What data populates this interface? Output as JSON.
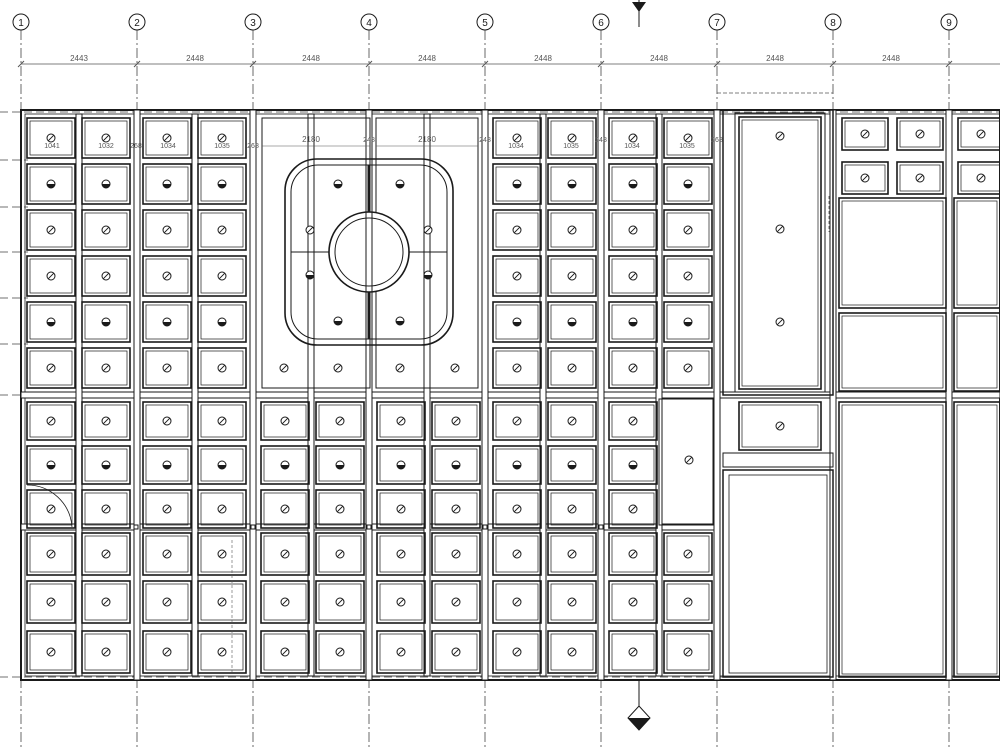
{
  "drawing": {
    "grid_labels": [
      "1",
      "2",
      "3",
      "4",
      "5",
      "6",
      "7",
      "8",
      "9"
    ],
    "spacing_labels": [
      "2443",
      "2448",
      "2448",
      "2448",
      "2448",
      "2448",
      "2448",
      "2448"
    ],
    "module_width_labels": [
      "2180",
      "2180"
    ],
    "gap_labels": [
      "268",
      "268",
      "248",
      "248",
      "248",
      "268"
    ],
    "panel_width_labels": [
      "1041",
      "1032",
      "1034",
      "1035",
      "1034",
      "1035",
      "1034",
      "1035"
    ],
    "line_color": "#1a1a1a",
    "dim_color": "#555555"
  }
}
